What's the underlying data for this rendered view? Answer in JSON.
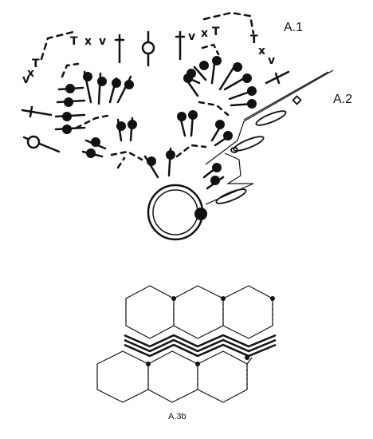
{
  "labels": {
    "a1": "A.1",
    "a2": "A.2",
    "a3b": "A.3b"
  },
  "colors": {
    "ink": "#111111",
    "background": "#ffffff"
  },
  "symbols": {
    "chain": "dash",
    "slip_stitch": "small-oval",
    "double_crochet": "stem-with-dot",
    "treble_crochet": "long-stem",
    "half_treble": "T",
    "decrease": "V",
    "picot": "open-circle",
    "magic_ring": "double-circle",
    "start_marker": "diamond",
    "chain_space": "long-oval"
  }
}
